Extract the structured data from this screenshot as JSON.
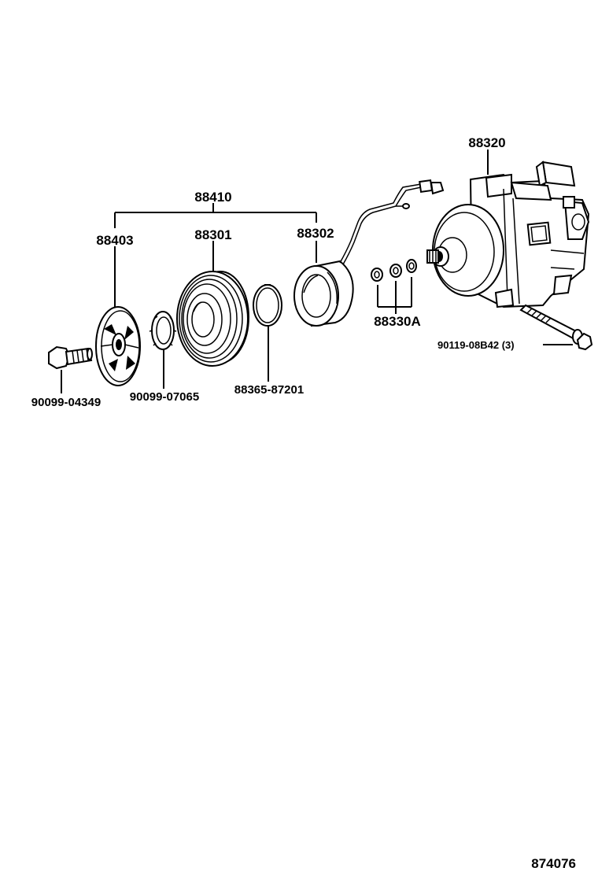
{
  "parts": {
    "clutch_assembly": "88410",
    "pressure_plate": "88403",
    "pulley": "88301",
    "stator": "88302",
    "compressor": "88320",
    "shims": "88330A",
    "plate_bolt": "90099-04349",
    "shim_ring": "90099-07065",
    "snap_ring": "88365-87201",
    "mount_bolt": "90119-08B42",
    "mount_bolt_qty": "(3)"
  },
  "figure_number": "874076"
}
